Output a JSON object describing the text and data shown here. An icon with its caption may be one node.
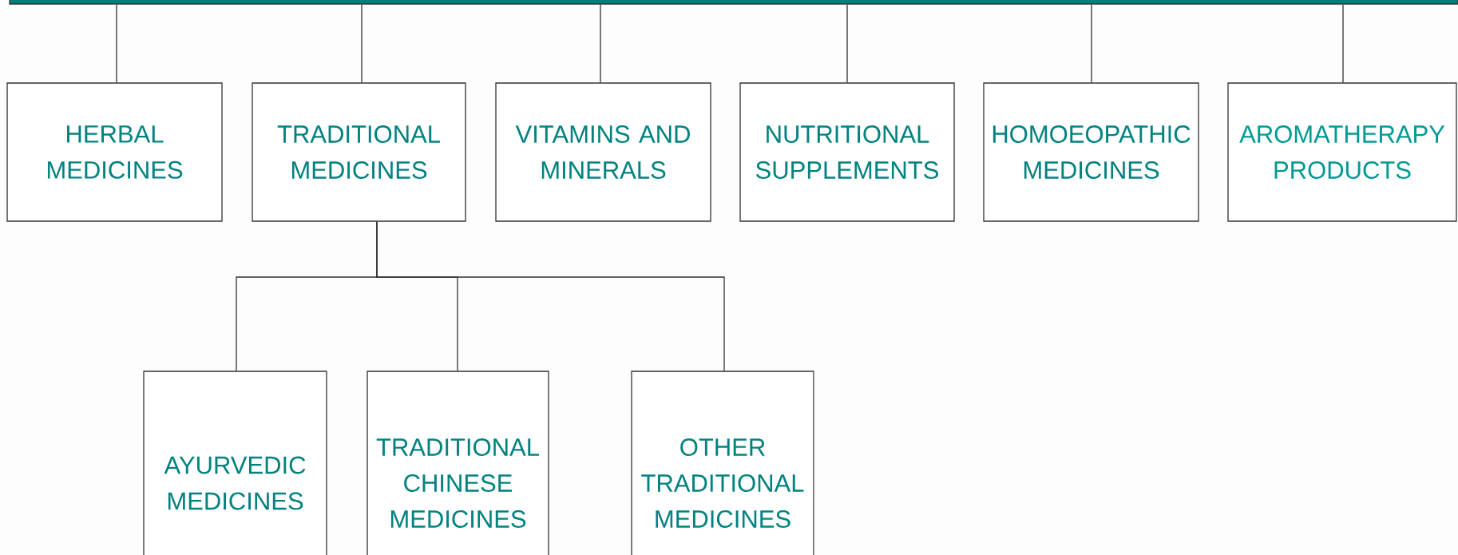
{
  "diagram": {
    "nodes": [
      {
        "text": [],
        "shape": "bar"
      },
      {
        "text": [
          "HERBAL MEDICINES"
        ]
      },
      {
        "text": [
          "TRADITIONAL MEDICINES"
        ]
      },
      {
        "text": [
          "VITAMINS AND MINERALS"
        ]
      },
      {
        "text": [
          "NUTRITIONAL SUPPLEMENTS"
        ]
      },
      {
        "text": [
          "HOMOEOPATHIC MEDICINES"
        ]
      },
      {
        "text": [
          "AROMATHERAPY PRODUCTS"
        ]
      },
      {
        "text": [
          "AYURVEDIC MEDICINES"
        ]
      },
      {
        "text": [
          "TRADITIONAL CHINESE MEDICINES"
        ]
      },
      {
        "text": [
          "OTHER TRADITIONAL MEDICINES"
        ]
      }
    ],
    "edges": [
      {
        "from": 0,
        "to": 1,
        "arrow": "none"
      },
      {
        "from": 0,
        "to": 2,
        "arrow": "none"
      },
      {
        "from": 0,
        "to": 3,
        "arrow": "none"
      },
      {
        "from": 0,
        "to": 4,
        "arrow": "none"
      },
      {
        "from": 0,
        "to": 5,
        "arrow": "none"
      },
      {
        "from": 0,
        "to": 6,
        "arrow": "none"
      },
      {
        "from": 2,
        "to": 7,
        "arrow": "none"
      },
      {
        "from": 2,
        "to": 8,
        "arrow": "none"
      },
      {
        "from": 2,
        "to": 9,
        "arrow": "none"
      }
    ]
  }
}
